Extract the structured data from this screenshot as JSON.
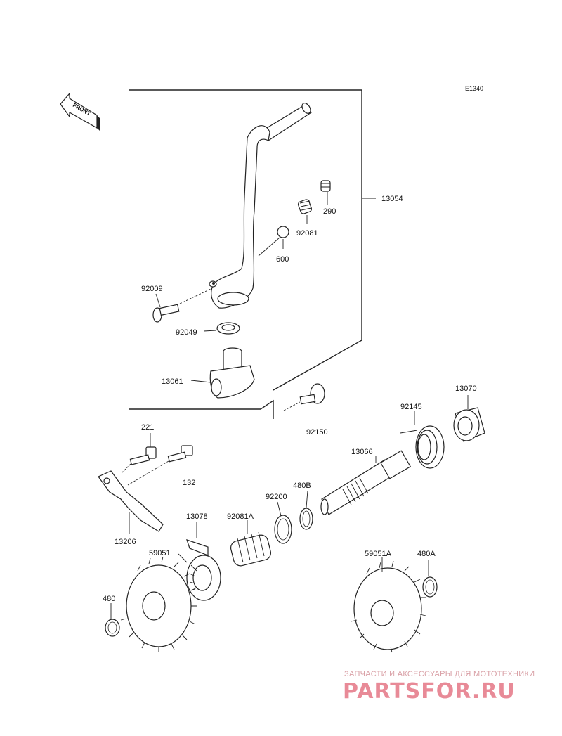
{
  "diagram_ref": "E1340",
  "front_label": "FRONT",
  "parts": {
    "p13054": "13054",
    "p290": "290",
    "p92081": "92081",
    "p600": "600",
    "p92009": "92009",
    "p92049": "92049",
    "p13061": "13061",
    "p92150": "92150",
    "p13070": "13070",
    "p92145": "92145",
    "p13066": "13066",
    "p221": "221",
    "p132": "132",
    "p480B": "480B",
    "p92200": "92200",
    "p13206": "13206",
    "p13078": "13078",
    "p92081A": "92081A",
    "p59051": "59051",
    "p59051A": "59051A",
    "p480A": "480A",
    "p480": "480"
  },
  "watermark": {
    "tagline": "ЗАПЧАСТИ И АКСЕССУАРЫ ДЛЯ МОТОТЕХНИКИ",
    "logo": "PARTSFOR.RU",
    "color": "#e88a97"
  }
}
